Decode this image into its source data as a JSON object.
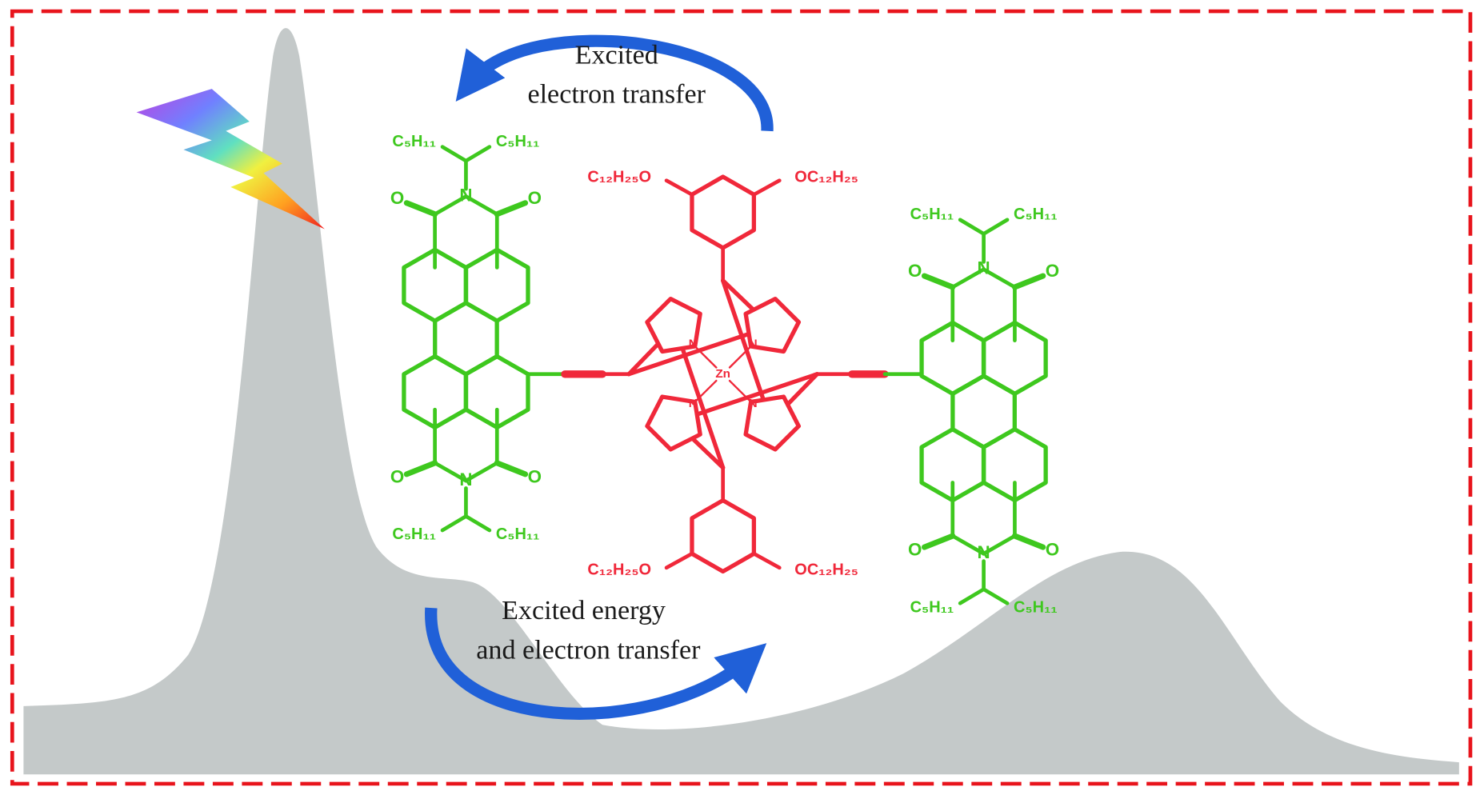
{
  "colors": {
    "border": "#e8141c",
    "spectrum": "#c4c9c9",
    "pdi": "#3ec81e",
    "porphyrin": "#f0283a",
    "arrow": "#2060d8"
  },
  "captions": {
    "top_line1": "Excited",
    "top_line2": "electron transfer",
    "bottom_line1": "Excited energy",
    "bottom_line2": "and electron transfer"
  },
  "pdi_labels": {
    "alkyl": "C₅H₁₁",
    "oxygen": "O",
    "nitrogen": "N"
  },
  "porphyrin_labels": {
    "alkoxy_left": "C₁₂H₂₅O",
    "alkoxy_right": "OC₁₂H₂₅",
    "metal": "Zn",
    "nitrogen": "N"
  },
  "icons": [
    "light-bolt-icon",
    "curved-arrow-icon"
  ]
}
